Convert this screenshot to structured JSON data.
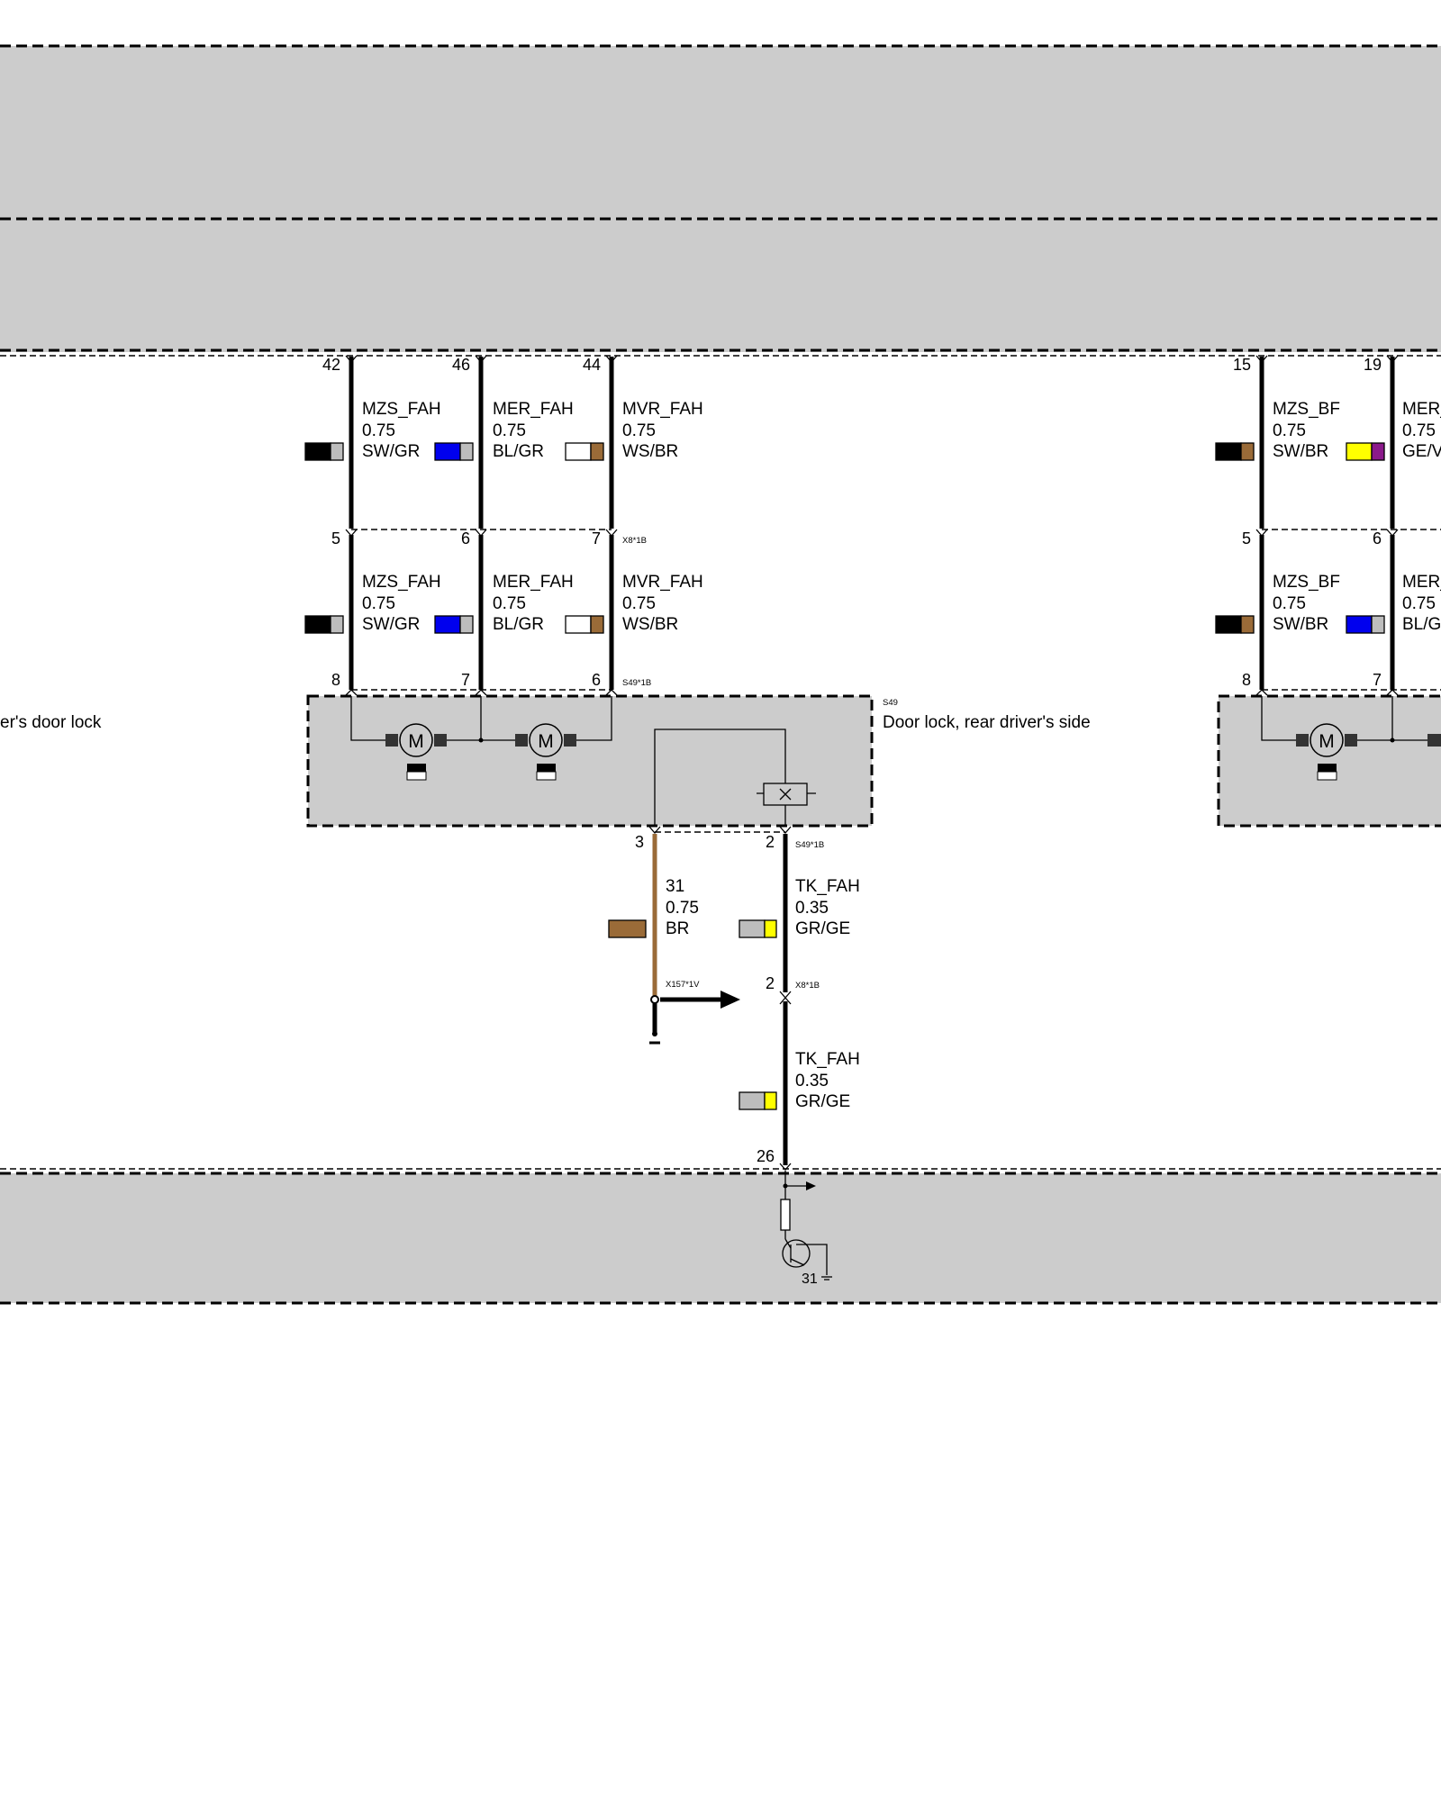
{
  "colors": {
    "SW": "#000000",
    "GR": "#bdbdbd",
    "BL": "#0000ee",
    "WS": "#ffffff",
    "BR": "#9a6b38",
    "GE": "#ffff00",
    "VI": "#8b1a8b"
  },
  "wires_upper": [
    {
      "pin": "42",
      "name": "MZS_FAH",
      "size": "0.75",
      "color": "SW/GR"
    },
    {
      "pin": "46",
      "name": "MER_FAH",
      "size": "0.75",
      "color": "BL/GR"
    },
    {
      "pin": "44",
      "name": "MVR_FAH",
      "size": "0.75",
      "color": "WS/BR"
    },
    {
      "pin": "15",
      "name": "MZS_BF",
      "size": "0.75",
      "color": "SW/BR"
    },
    {
      "pin": "19",
      "name": "MER_",
      "size": "0.75",
      "color": "GE/V"
    }
  ],
  "wires_lower": [
    {
      "pin_top": "5",
      "pin_bottom": "8",
      "name": "MZS_FAH",
      "size": "0.75",
      "color": "SW/GR"
    },
    {
      "pin_top": "6",
      "pin_bottom": "7",
      "name": "MER_FAH",
      "size": "0.75",
      "color": "BL/GR"
    },
    {
      "pin_top": "7",
      "pin_bottom": "6",
      "name": "MVR_FAH",
      "size": "0.75",
      "color": "WS/BR"
    },
    {
      "pin_top": "5",
      "pin_bottom": "8",
      "name": "MZS_BF",
      "size": "0.75",
      "color": "SW/BR"
    },
    {
      "pin_top": "6",
      "pin_bottom": "7",
      "name": "MER_",
      "size": "0.75",
      "color": "BL/G"
    }
  ],
  "connectors": {
    "x8_upper": "X8*1B",
    "s49_top": "S49*1B",
    "s49_bottom": "S49*1B",
    "x157": "X157*1V",
    "x8_lower": "X8*1B"
  },
  "component": {
    "id": "S49",
    "label": "Door lock, rear driver's side",
    "left_label": "er's door lock"
  },
  "ground_wire": {
    "pin": "3",
    "name": "31",
    "size": "0.75",
    "color": "BR"
  },
  "tk_wire_upper": {
    "pin": "2",
    "name": "TK_FAH",
    "size": "0.35",
    "color": "GR/GE"
  },
  "tk_wire_lower": {
    "pin_top": "2",
    "pin_bottom": "26",
    "name": "TK_FAH",
    "size": "0.35",
    "color": "GR/GE"
  },
  "ecu_ground_label": "31"
}
